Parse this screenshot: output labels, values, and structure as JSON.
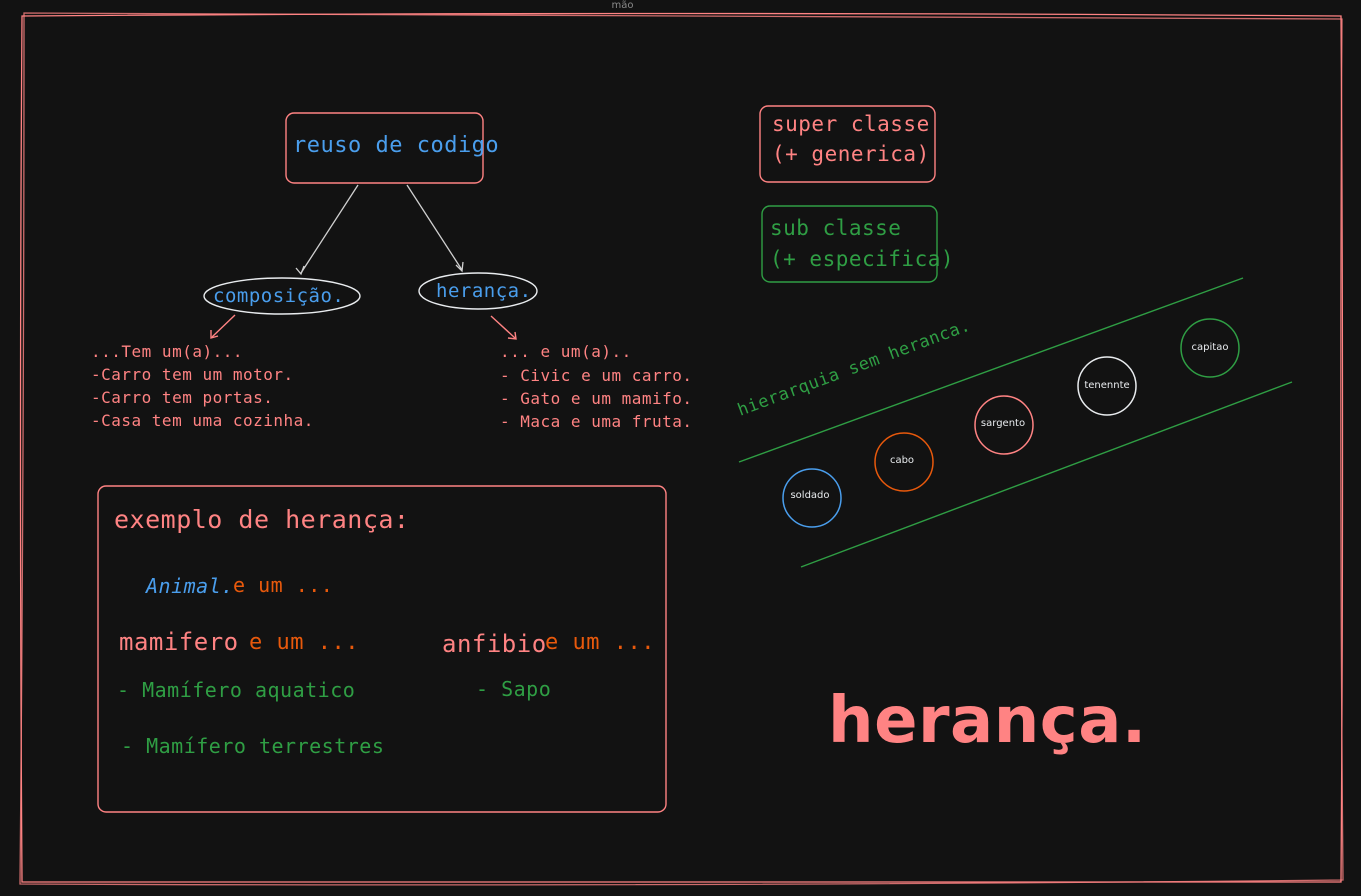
{
  "frame": {
    "label": "mão"
  },
  "colors": {
    "red": "#ff8383",
    "blue": "#4a9eed",
    "green": "#2f9e44",
    "orange": "#e8590c",
    "white": "#e9ecef",
    "background": "#121212"
  },
  "tree": {
    "root": "reuso de codigo",
    "left_node": "composição.",
    "right_node": "herança.",
    "left_list": [
      "...Tem um(a)...",
      "-Carro tem um motor.",
      "-Carro tem portas.",
      "-Casa tem uma cozinha."
    ],
    "right_list": [
      "... e um(a)..",
      "- Civic e um carro.",
      "- Gato e um mamifo.",
      "- Maca e uma fruta."
    ]
  },
  "legend": {
    "super_line1": "super classe",
    "super_line2": "(+ generica)",
    "sub_line1": "sub classe",
    "sub_line2": "(+ especifica)"
  },
  "hierarchy": {
    "title": "hierarquia sem heranca.",
    "ranks": [
      {
        "label": "soldado",
        "color": "#4a9eed"
      },
      {
        "label": "cabo",
        "color": "#e8590c"
      },
      {
        "label": "sargento",
        "color": "#ff8383"
      },
      {
        "label": "tenennte",
        "color": "#e9ecef"
      },
      {
        "label": "capitao",
        "color": "#2f9e44"
      }
    ]
  },
  "example": {
    "title": "exemplo de herança:",
    "animal_word": "Animal.",
    "animal_rest": "e um ...",
    "mamifero_word": "mamifero",
    "mamifero_rest": "e um ...",
    "anfibio_word": "anfibio",
    "anfibio_rest": "e um ...",
    "mamifero_items": [
      "- Mamífero aquatico",
      "- Mamífero terrestres"
    ],
    "anfibio_items": [
      "- Sapo"
    ]
  },
  "big_title": "herança."
}
